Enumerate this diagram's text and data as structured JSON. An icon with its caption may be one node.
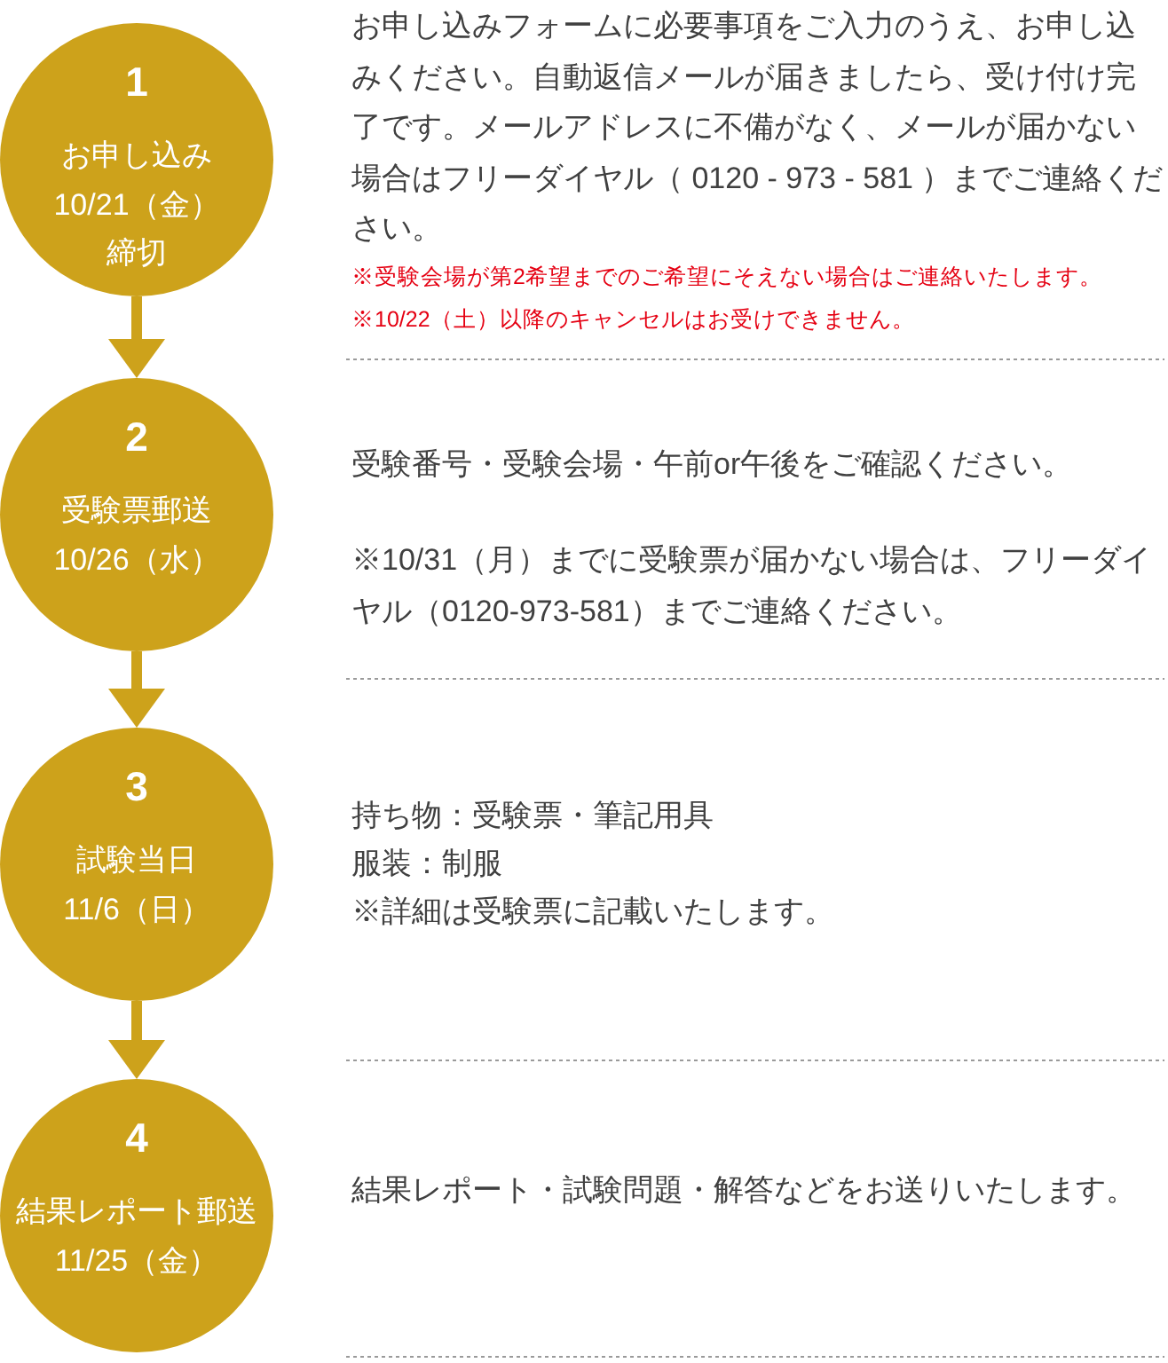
{
  "diagram": {
    "nodes": [
      {
        "text": [
          "1",
          "お申し込み",
          "10/21（金）",
          "締切"
        ],
        "beside": [
          "お申し込みフォームに必要事項をご入力のうえ、お申し込みください。自動返信メールが届きましたら、受け付け完了です。メールアドレスに不備がなく、メールが届かない場合はフリーダイヤル（ 0120 - 973 - 581 ）までご連絡ください。",
          "※受験会場が第2希望までのご希望にそえない場合はご連絡いたします。",
          "※10/22（土）以降のキャンセルはお受けできません。"
        ]
      },
      {
        "text": [
          "2",
          "受験票郵送",
          "10/26（水）"
        ],
        "beside": [
          "受験番号・受験会場・午前or午後をご確認ください。",
          "※10/31（月）までに受験票が届かない場合は、フリーダイヤル（0120-973-581）までご連絡ください。"
        ]
      },
      {
        "text": [
          "3",
          "試験当日",
          "11/6（日）"
        ],
        "beside": [
          "持ち物：受験票・筆記用具",
          "服装：制服",
          "※詳細は受験票に記載いたします。"
        ]
      },
      {
        "text": [
          "4",
          "結果レポート郵送",
          "11/25（金）"
        ],
        "beside": [
          "結果レポート・試験問題・解答などをお送りいたします。"
        ]
      }
    ],
    "edges": [
      {
        "from": 0,
        "to": 1,
        "arrow": "to"
      },
      {
        "from": 1,
        "to": 2,
        "arrow": "to"
      },
      {
        "from": 2,
        "to": 3,
        "arrow": "to"
      }
    ]
  }
}
